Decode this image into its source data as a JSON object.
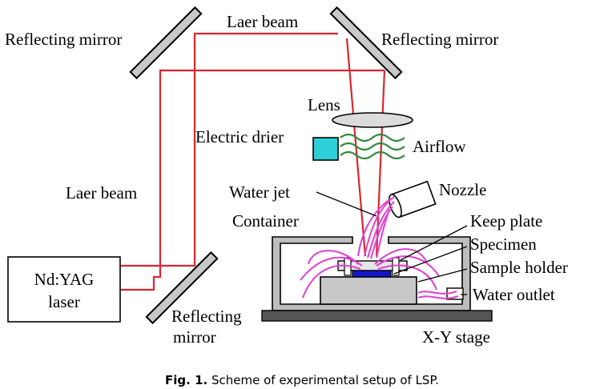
{
  "labels": {
    "laser_box_line1": "Nd:YAG",
    "laser_box_line2": "laser",
    "beam_top": "Laer beam",
    "beam_left": "Laer beam",
    "mirror_top_left": "Reflecting mirror",
    "mirror_top_right": "Reflecting mirror",
    "mirror_bottom_line1": "Reflecting",
    "mirror_bottom_line2": "mirror",
    "lens": "Lens",
    "electric_drier": "Electric drier",
    "airflow": "Airflow",
    "water_jet": "Water jet",
    "nozzle": "Nozzle",
    "container": "Container",
    "keep_plate": "Keep plate",
    "specimen": "Specimen",
    "sample_holder": "Sample holder",
    "water_outlet": "Water outlet",
    "xy_stage": "X-Y stage"
  },
  "caption": {
    "prefix": "Fig. 1.",
    "text": " Scheme of experimental setup of LSP."
  },
  "colors": {
    "beam": "#d9262f",
    "water": "#e040d0",
    "airflow": "#2e8b3a",
    "drier": "#2ecfd6",
    "specimen": "#1515c8",
    "holder": "#c8c8c8",
    "stage": "#555555",
    "mirror": "#c8c8c8"
  }
}
